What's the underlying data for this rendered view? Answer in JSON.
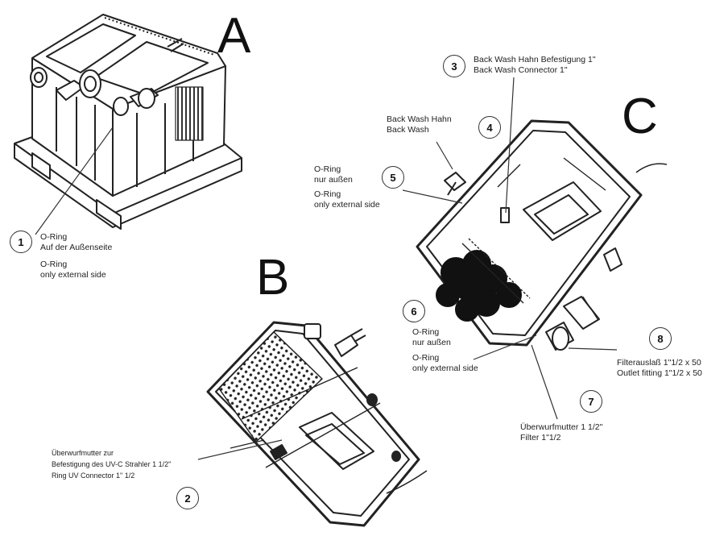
{
  "panels": {
    "a": "A",
    "b": "B",
    "c": "C"
  },
  "callouts": {
    "c1": {
      "number": "1",
      "line1": "O-Ring",
      "line2": "Auf der Außenseite",
      "line3": "O-Ring",
      "line4": "only external side"
    },
    "c2": {
      "number": "2",
      "line1": "Überwurfmutter zur",
      "line2": "Befestigung des UV-C Strahler 1 1/2\"",
      "line3": "Ring UV Connector 1\" 1/2"
    },
    "c3": {
      "number": "3",
      "line1": "Back Wash Hahn Befestigung 1\"",
      "line2": "Back Wash Connector 1\""
    },
    "c4": {
      "number": "4",
      "line1": "Back Wash Hahn",
      "line2": "Back Wash"
    },
    "c5": {
      "number": "5",
      "line1": "O-Ring",
      "line2": "nur außen",
      "line3": "O-Ring",
      "line4": "only external side"
    },
    "c6": {
      "number": "6",
      "line1": "O-Ring",
      "line2": "nur außen",
      "line3": "O-Ring",
      "line4": "only external side"
    },
    "c7": {
      "number": "7",
      "line1": "Überwurfmutter 1 1/2\"",
      "line2": "Filter 1\"1/2"
    },
    "c8": {
      "number": "8",
      "line1": "Filterauslaß 1\"1/2 x 50",
      "line2": "Outlet fitting 1\"1/2 x 50"
    }
  }
}
